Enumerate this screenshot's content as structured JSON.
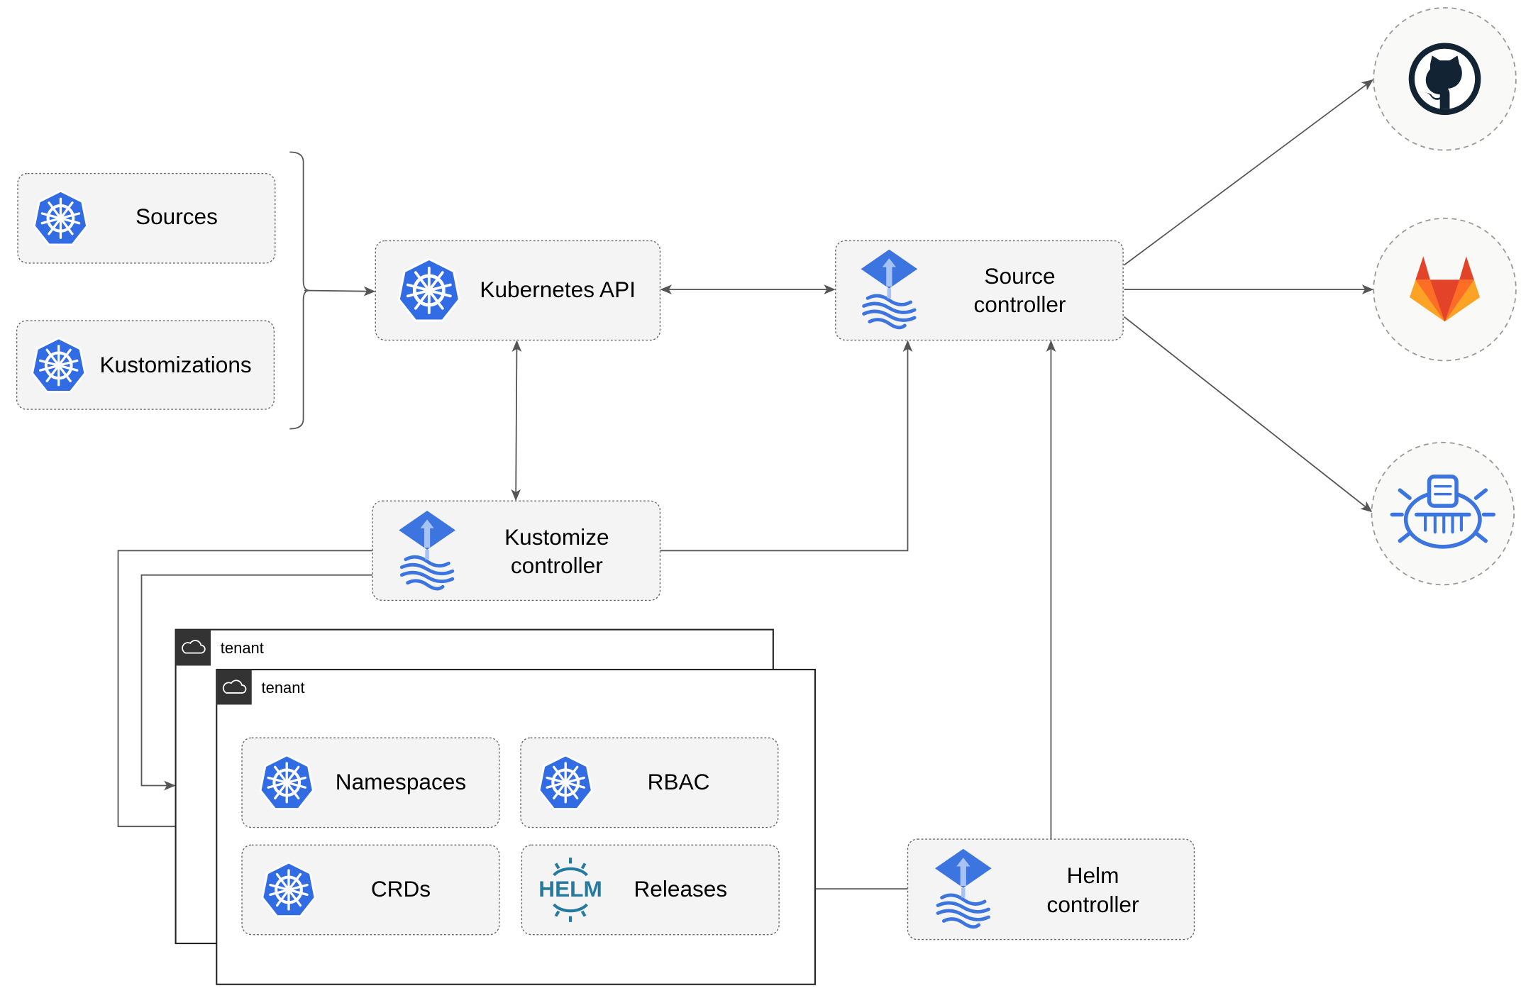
{
  "nodes": {
    "sources": "Sources",
    "kustomizations": "Kustomizations",
    "kubernetes_api": "Kubernetes API",
    "source_controller": [
      "Source",
      "controller"
    ],
    "kustomize_controller": [
      "Kustomize",
      "controller"
    ],
    "helm_controller": [
      "Helm",
      "controller"
    ],
    "namespaces": "Namespaces",
    "rbac": "RBAC",
    "crds": "CRDs",
    "releases": "Releases",
    "helm_logo": "HELM"
  },
  "tenants": [
    "tenant",
    "tenant"
  ],
  "external_sources": [
    "github-icon",
    "gitlab-icon",
    "bucket-icon"
  ],
  "colors": {
    "kubernetes_blue": "#326ce5",
    "flux_blue": "#3c74e0",
    "helm_blue": "#277a9f",
    "github_dark": "#122333",
    "gitlab_orange": "#e24329",
    "gitlab_light": "#fca326",
    "edge": "#555555"
  }
}
